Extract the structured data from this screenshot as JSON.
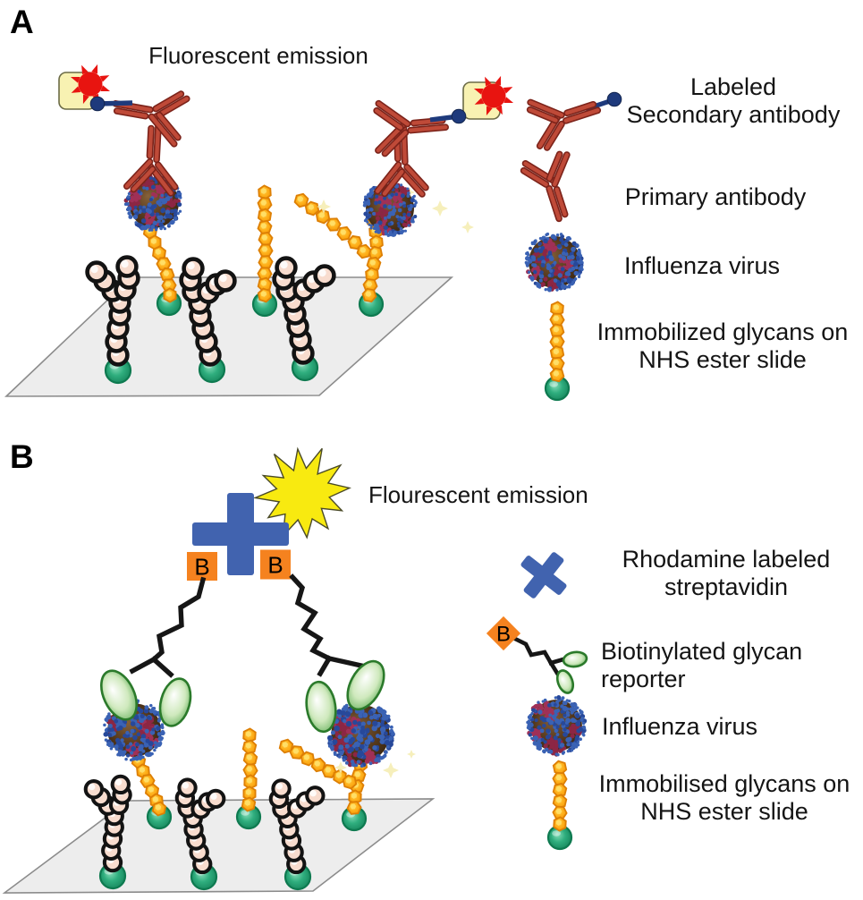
{
  "figure": {
    "panelA": {
      "label": "A",
      "emission_label": "Fluorescent emission",
      "legend": [
        {
          "icon": "labeled-secondary-antibody-icon",
          "label": "Labeled\nSecondary antibody"
        },
        {
          "icon": "primary-antibody-icon",
          "label": "Primary antibody"
        },
        {
          "icon": "influenza-virus-icon",
          "label": "Influenza virus"
        },
        {
          "icon": "immobilized-glycan-icon",
          "label": "Immobilized glycans on\nNHS ester slide"
        }
      ]
    },
    "panelB": {
      "label": "B",
      "emission_label": "Flourescent emission",
      "biotin_label": "B",
      "legend": [
        {
          "icon": "rhodamine-streptavidin-icon",
          "label": "Rhodamine labeled\nstreptavidin"
        },
        {
          "icon": "biotinylated-glycan-reporter-icon",
          "label": "Biotinylated glycan\nreporter"
        },
        {
          "icon": "influenza-virus-icon",
          "label": "Influenza virus"
        },
        {
          "icon": "immobilised-glycan-icon",
          "label": "Immobilised glycans on\nNHS ester slide"
        }
      ]
    },
    "colors": {
      "antibody_dark": "#7c231a",
      "antibody_mid": "#bf4a38",
      "virus_blue": "#3a62b4",
      "virus_blue_dark": "#27489a",
      "virus_red": "#a03057",
      "virus_red_dark": "#8c2644",
      "glycan_orange": "#ffb31e",
      "glycan_orange_dark": "#dd7f04",
      "green_ball": "#2fae7e",
      "green_ball_dark": "#0e7a50",
      "pink_bead": "#f8dcce",
      "slide_fill": "#ededed",
      "slide_stroke": "#8c8c8c",
      "star_yellow": "#f8ea10",
      "cross_blue": "#4163af",
      "biotin_orange": "#f5821f",
      "label_square_yellow": "#f8f2b2",
      "burst_red": "#e81410",
      "link_navy": "#1e3a7c",
      "reporter_green_stroke": "#2b7a2b",
      "linker_black": "#161616",
      "sparkle_yellow": "#f5ecaf"
    }
  }
}
